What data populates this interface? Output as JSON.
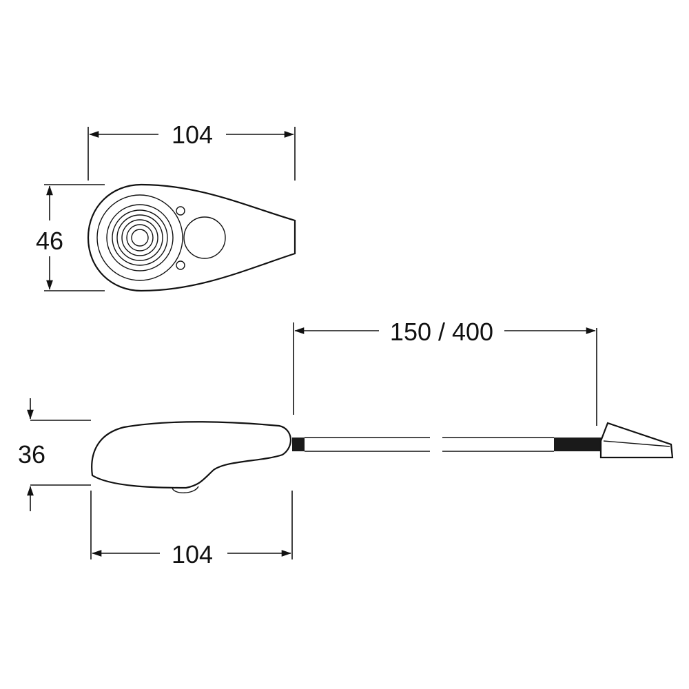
{
  "top_view": {
    "width_label": "104",
    "height_label": "46"
  },
  "side_view": {
    "cable_label": "150 / 400",
    "height_label": "36",
    "width_label": "104"
  },
  "colors": {
    "ink": "#111111",
    "background": "#ffffff",
    "cable_sleeve": "#1a1a1a"
  }
}
